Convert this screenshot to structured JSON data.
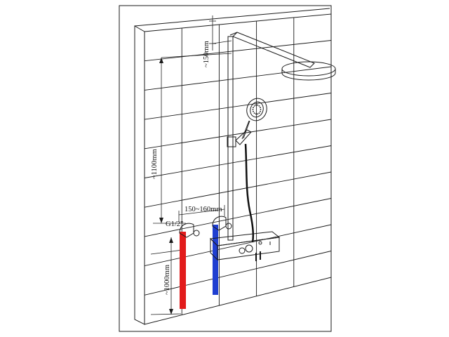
{
  "figure": {
    "type": "shower-system-installation-drawing",
    "labels": {
      "top_offset": "~150mm",
      "head_height": "~1100mm",
      "inlet_thread": "G1/2\"",
      "inlet_spacing": "150~160mm",
      "inlet_height": "~1000mm"
    },
    "colors": {
      "hot_pipe": "#e21b1b",
      "cold_pipe": "#1f3fd1",
      "line": "#1a1a1a",
      "background": "#ffffff"
    }
  }
}
